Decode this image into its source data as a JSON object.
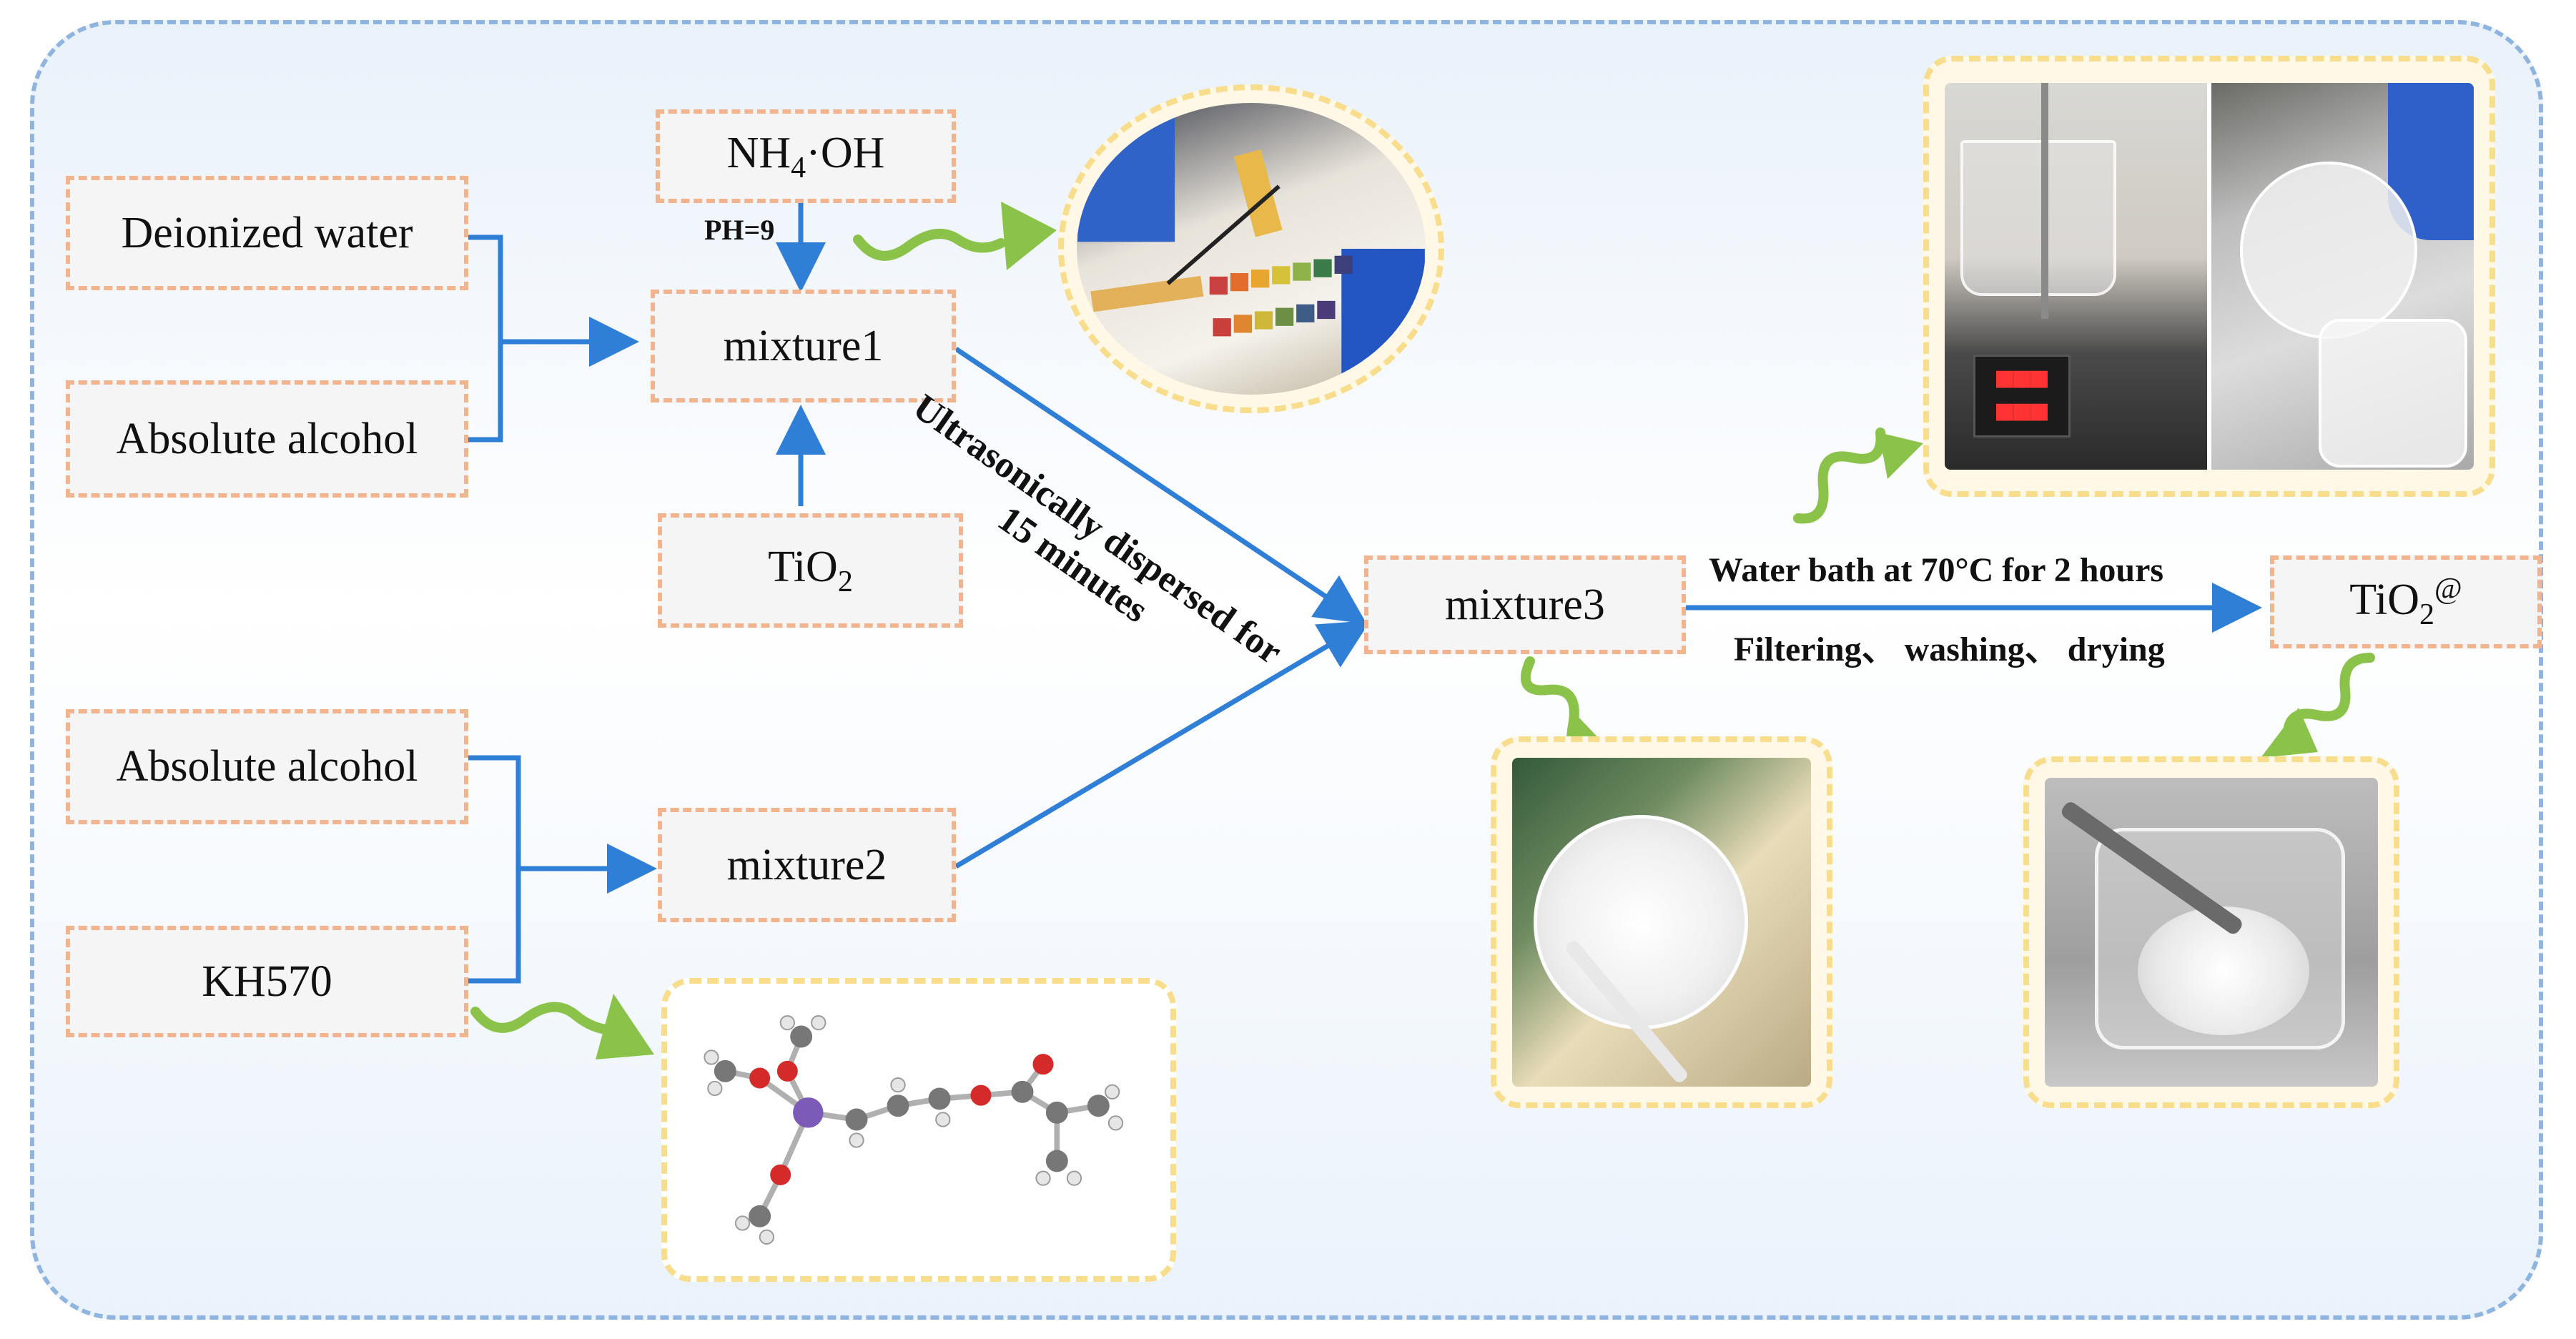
{
  "nodes": {
    "deionized_water": "Deionized water",
    "absolute_alcohol_1": "Absolute alcohol",
    "nh4oh_a": "NH",
    "nh4oh_sub": "4",
    "nh4oh_b": "·OH",
    "mixture1": "mixture1",
    "tio2_a": "TiO",
    "tio2_sub": "2",
    "absolute_alcohol_2": "Absolute alcohol",
    "kh570": "KH570",
    "mixture2": "mixture2",
    "mixture3": "mixture3",
    "product_a": "TiO",
    "product_sub": "2",
    "product_sup": "@"
  },
  "labels": {
    "ph": "PH=9",
    "ultrasonic_line1": "Ultrasonically dispersed for",
    "ultrasonic_line2": "15 minutes",
    "water_bath": "Water bath at 70°C  for 2 hours",
    "filtering": "Filtering、 washing、 drying"
  },
  "colors": {
    "arrow": "#2f7fd6",
    "squiggle": "#8bc34a",
    "node_border": "#f2b38f",
    "photo_border": "#f7dd8c",
    "frame_border": "#8fb4e0"
  }
}
